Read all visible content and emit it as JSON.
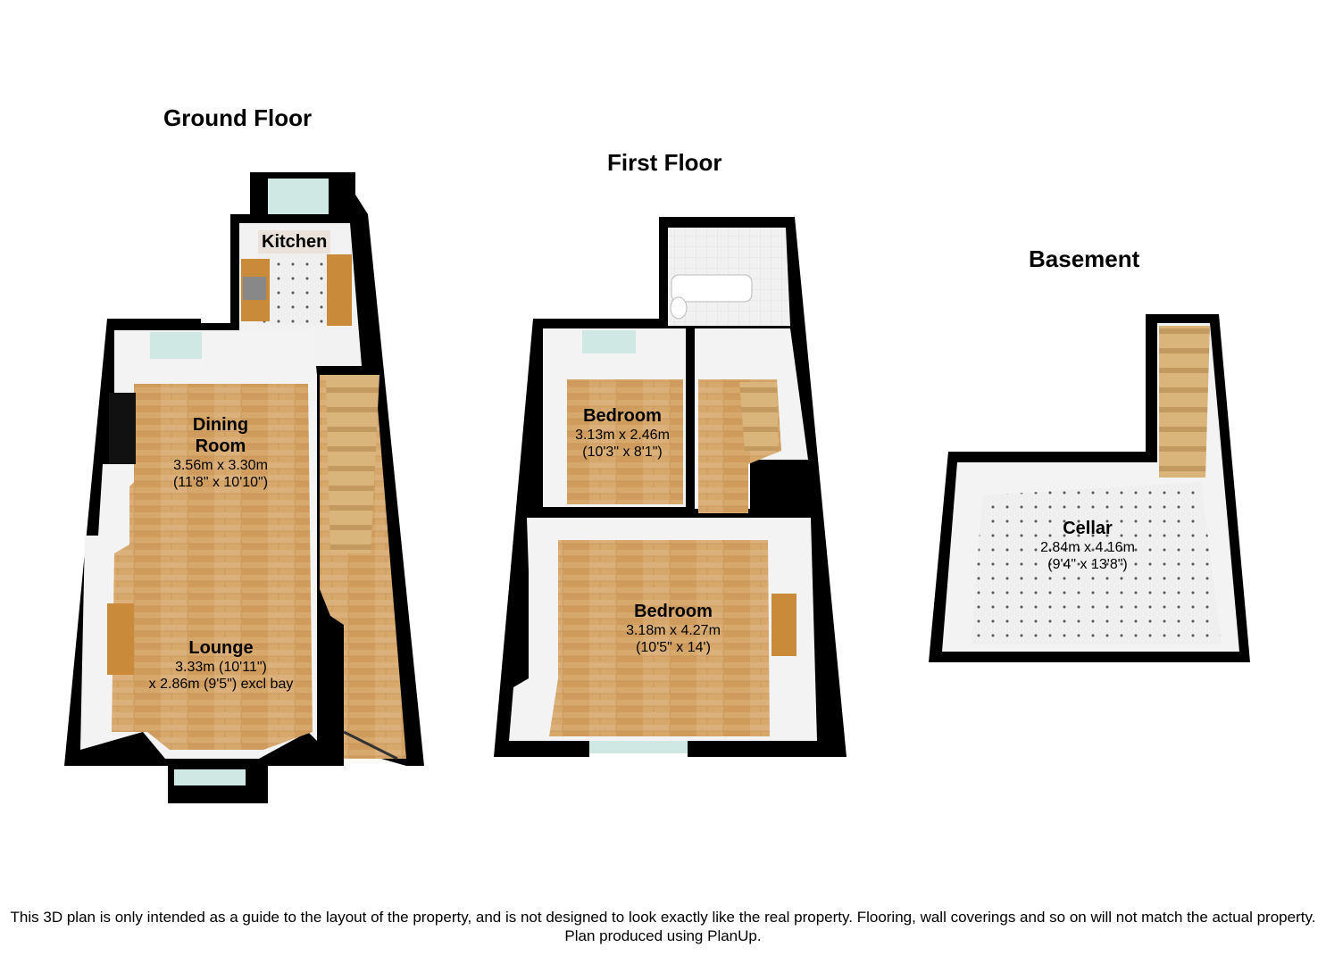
{
  "floors": {
    "ground": {
      "title": "Ground Floor",
      "rooms": {
        "kitchen": {
          "name": "Kitchen"
        },
        "dining": {
          "name_line1": "Dining",
          "name_line2": "Room",
          "dim_metric": "3.56m x 3.30m",
          "dim_imperial": "(11'8\" x 10'10\")"
        },
        "lounge": {
          "name": "Lounge",
          "dim_line1": "3.33m (10'11\")",
          "dim_line2": "x 2.86m (9'5\") excl bay"
        }
      }
    },
    "first": {
      "title": "First Floor",
      "rooms": {
        "bedroom_small": {
          "name": "Bedroom",
          "dim_metric": "3.13m x 2.46m",
          "dim_imperial": "(10'3\" x 8'1\")"
        },
        "bedroom_large": {
          "name": "Bedroom",
          "dim_metric": "3.18m x 4.27m",
          "dim_imperial": "(10'5\" x 14')"
        }
      }
    },
    "basement": {
      "title": "Basement",
      "rooms": {
        "cellar": {
          "name": "Cellar",
          "dim_metric": "2.84m x 4.16m",
          "dim_imperial": "(9'4\" x 13'8\")"
        }
      }
    }
  },
  "disclaimer": {
    "line1": "This 3D plan is only intended as a guide to the layout of the property, and is not designed to look exactly like the real property. Flooring, wall coverings and so on will not match the actual property.",
    "line2": "Plan produced using PlanUp."
  },
  "colors": {
    "wall": "#000000",
    "wood_floor": "#d9a86b",
    "tile_floor": "#eeeeee",
    "wall_face": "#f4f4f4",
    "window": "#cfe8e4",
    "stairs": "#d8b37a"
  }
}
